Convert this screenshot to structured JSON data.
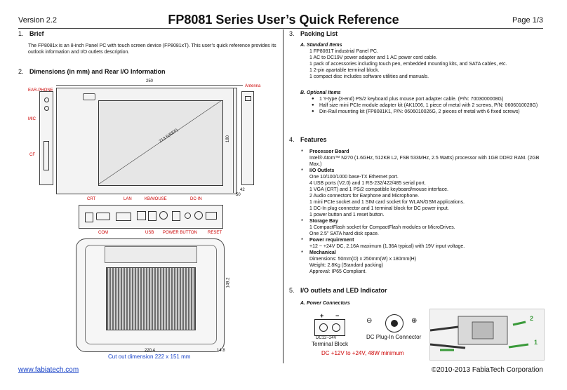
{
  "header": {
    "version": "Version 2.2",
    "title": "FP8081 Series User’s Quick Reference",
    "page": "Page 1/3"
  },
  "brief": {
    "num": "1.",
    "title": "Brief",
    "text": "The FP8081x is an 8-inch Panel PC with touch screen device (FP8081xT). This user’s quick reference provides its outlook information and I/O outlets description."
  },
  "dims": {
    "num": "2.",
    "title": "Dimensions (in mm) and Rear I/O Information",
    "width_top": "250",
    "diag": "213.5(REF)",
    "height_right": "180",
    "depth1": "42",
    "depth2": "50",
    "left_labels": [
      "EAR-PHONE",
      "MIC",
      "CF"
    ],
    "antenna": "Antenna",
    "io_top": [
      "CRT",
      "LAN",
      "KB/MOUSE",
      "DC-IN"
    ],
    "io_bottom": [
      "COM",
      "USB",
      "POWER BUTTON",
      "RESET"
    ],
    "rear_width": "220.4",
    "rear_margin": "14.8",
    "rear_height": "149.2",
    "cutout": "Cut out dimension 222 x 151 mm"
  },
  "packing": {
    "num": "3.",
    "title": "Packing List",
    "a_title": "A.  Standard Items",
    "a_items": [
      "1 FP8081T industrial Panel PC.",
      "1 AC to DC19V power adapter and 1 AC power cord cable.",
      "1 pack of accessories including touch pen, embedded mounting kits, and SATA cables, etc.",
      "1 2-pin apartable terminal block.",
      "1 compact disc includes software utilities and manuals."
    ],
    "b_title": "B.  Optional Items",
    "b_items": [
      "1 Y-type (3-end) PS/2 keyboard plus mouse port adapter cable. (P/N: 7003000008G)",
      "Half size mini PCIe module adapter kit (AK1006, 1 piece of metal with 2 screws, P/N: 0606010028G)",
      "Din-Rail mounting kit (FP8081K1, P/N: 0606010026G, 2 pieces of metal with 6 fixed screws)"
    ]
  },
  "features": {
    "num": "4.",
    "title": "Features",
    "items": [
      {
        "title": "Processor Board",
        "lines": [
          "Intel® Atom™ N270 (1.6GHz, 512KB L2, FSB 533MHz, 2.5 Watts) processor with 1GB DDR2 RAM. (2GB Max.)"
        ]
      },
      {
        "title": "I/O Outlets",
        "lines": [
          "One 10/100/1000 base-TX Ethernet port.",
          "4 USB ports (V2.0) and 1 RS-232/422/485 serial port.",
          "1 VGA (CRT) and 1 PS/2 compatible keyboard/mouse interface.",
          "2 Audio connectors for Earphone and Microphone.",
          "1 mini PCIe socket and 1 SIM card socket for WLAN/GSM applications.",
          "1 DC-In plug connector and 1 terminal block for DC power input.",
          "1 power button and 1 reset button."
        ]
      },
      {
        "title": "Storage Bay",
        "lines": [
          "1 CompactFlash socket for CompactFlash modules or MicroDrives.",
          "One 2.5” SATA hard disk space."
        ]
      },
      {
        "title": "Power requirement",
        "lines": [
          "+12 ~ +24V DC, 2.16A maximum (1.36A typical) with 19V input voltage."
        ]
      },
      {
        "title": "Mechanical",
        "lines": [
          "Dimensions: 50mm(D) x 250mm(W) x 180mm(H)",
          "Weight: 2.8Kg (Standard packing)",
          "Approval: IP65 Compliant."
        ]
      }
    ]
  },
  "io_led": {
    "num": "5.",
    "title": "I/O outlets and LED Indicator",
    "a_title": "A.  Power Connectors",
    "tb_label": "DC12~24V",
    "tb_name": "Terminal Block",
    "tb_plus": "+",
    "tb_minus": "−",
    "dc_name": "DC Plug-In Connector",
    "dc_minus": "⊖",
    "dc_plus": "⊕",
    "note": "DC +12V to +24V, 48W minimum",
    "callouts": [
      "2",
      "1"
    ]
  },
  "footer": {
    "link": "www.fabiatech.com",
    "copyright": "©2010-2013 FabiaTech Corporation"
  }
}
